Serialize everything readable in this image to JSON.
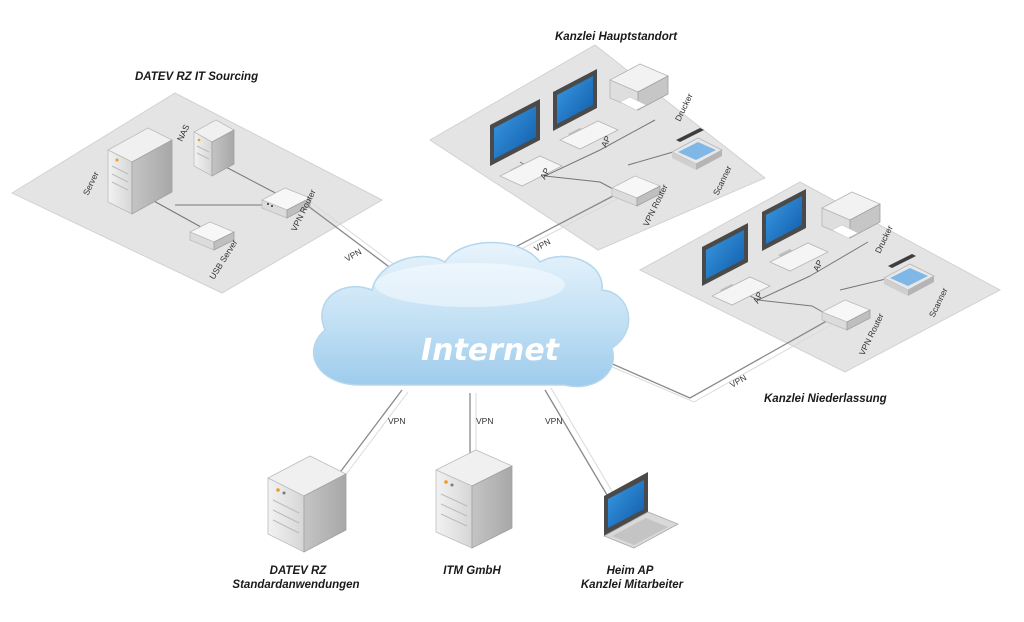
{
  "cloud": {
    "label": "Internet"
  },
  "zones": {
    "datev_sourcing": {
      "title": "DATEV RZ IT Sourcing",
      "server": "Server",
      "nas": "NAS",
      "usb_server": "USB Server",
      "vpn_router": "VPN Router"
    },
    "hauptstandort": {
      "title": "Kanzlei Hauptstandort",
      "ap1": "AP",
      "ap2": "AP",
      "drucker": "Drucker",
      "scanner": "Scanner",
      "vpn_router": "VPN Router"
    },
    "niederlassung": {
      "title": "Kanzlei Niederlassung",
      "ap1": "AP",
      "ap2": "AP",
      "drucker": "Drucker",
      "scanner": "Scanner",
      "vpn_router": "VPN Router"
    }
  },
  "bottom": {
    "datev_std": {
      "line1": "DATEV RZ",
      "line2": "Standardanwendungen"
    },
    "itm": {
      "line1": "ITM GmbH"
    },
    "heim": {
      "line1": "Heim AP",
      "line2": "Kanzlei Mitarbeiter"
    }
  },
  "vpn_links": {
    "sourcing": "VPN",
    "hauptstandort": "VPN",
    "niederlassung": "VPN",
    "datev_std": "VPN",
    "itm": "VPN",
    "heim": "VPN"
  },
  "colors": {
    "platform": "#e4e4e4",
    "platform_edge": "#c9c9c9",
    "screen": "#1e78c8",
    "cloud": "#cfe6f5",
    "line": "#888888"
  }
}
